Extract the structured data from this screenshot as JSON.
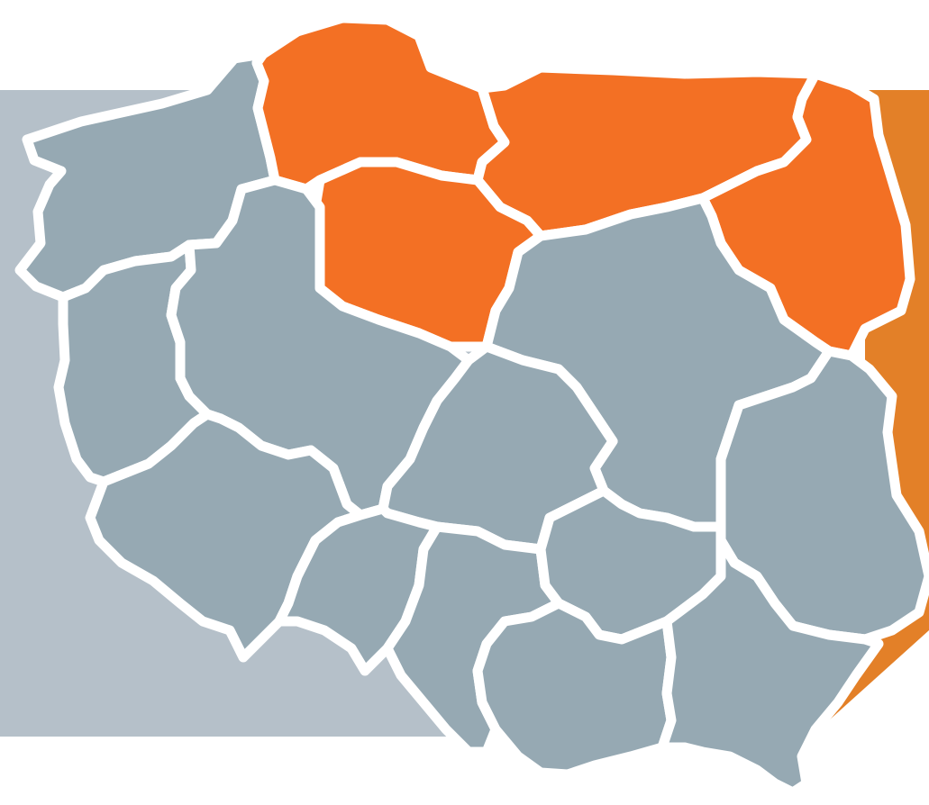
{
  "map": {
    "colors": {
      "background": "#ffffff",
      "band_left": "#b5c0c9",
      "band_right": "#e38028",
      "region_default": "#96a9b3",
      "region_highlight": "#f37024",
      "border": "#ffffff"
    },
    "highlighted_regions": [
      "pomorskie",
      "warminsko-mazurskie",
      "kujawsko-pomorskie",
      "podlaskie"
    ],
    "regions": [
      {
        "id": "zachodniopomorskie",
        "highlighted": false
      },
      {
        "id": "pomorskie",
        "highlighted": true
      },
      {
        "id": "warminsko-mazurskie",
        "highlighted": true
      },
      {
        "id": "podlaskie",
        "highlighted": true
      },
      {
        "id": "kujawsko-pomorskie",
        "highlighted": true
      },
      {
        "id": "lubuskie",
        "highlighted": false
      },
      {
        "id": "wielkopolskie",
        "highlighted": false
      },
      {
        "id": "mazowieckie",
        "highlighted": false
      },
      {
        "id": "lodzkie",
        "highlighted": false
      },
      {
        "id": "lubelskie",
        "highlighted": false
      },
      {
        "id": "dolnoslaskie",
        "highlighted": false
      },
      {
        "id": "opolskie",
        "highlighted": false
      },
      {
        "id": "slaskie",
        "highlighted": false
      },
      {
        "id": "swietokrzyskie",
        "highlighted": false
      },
      {
        "id": "malopolskie",
        "highlighted": false
      },
      {
        "id": "podkarpackie",
        "highlighted": false
      }
    ]
  }
}
